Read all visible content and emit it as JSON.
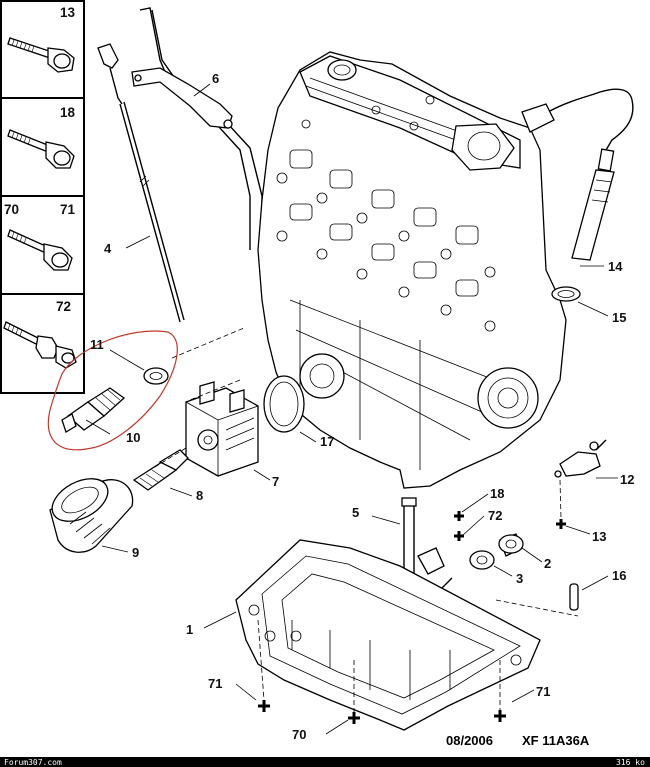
{
  "legend": [
    {
      "box": "13",
      "nums": [
        "13"
      ]
    },
    {
      "box": "18",
      "nums": [
        "18"
      ]
    },
    {
      "box": "70-71",
      "nums": [
        "70",
        "71"
      ]
    },
    {
      "box": "72",
      "nums": [
        "72"
      ]
    }
  ],
  "callouts": {
    "c1": "1",
    "c2": "2",
    "c3": "3",
    "c4": "4",
    "c5": "5",
    "c6": "6",
    "c7": "7",
    "c8": "8",
    "c9": "9",
    "c10": "10",
    "c11": "11",
    "c12": "12",
    "c13a": "13",
    "c14": "14",
    "c15": "15",
    "c16": "16",
    "c17": "17",
    "c18": "18",
    "c70": "70",
    "c71a": "71",
    "c71b": "71",
    "c72": "72"
  },
  "footer": {
    "date": "08/2006",
    "ref": "XF 11A36A",
    "watermark_left": "Forum307.com",
    "watermark_right": "316 ko"
  },
  "colors": {
    "highlight_circle": "#c0392b",
    "ink": "#000000",
    "paper": "#ffffff"
  }
}
